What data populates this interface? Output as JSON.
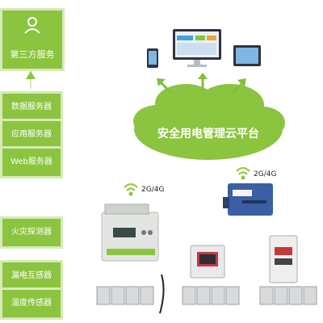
{
  "third_party": {
    "label": "第三方服务"
  },
  "servers": [
    "数据服务器",
    "应用服务器",
    "Web服务器"
  ],
  "cloud_platform": "安全用电管理云平台",
  "network_left": "2G/4G",
  "network_right": "2G/4G",
  "sensors": [
    "火灾探测器",
    "漏电互感器",
    "温度传感器"
  ],
  "colors": {
    "green": "#8bc43f",
    "border": "#d7eab8",
    "arrow": "#7fbf3b"
  }
}
